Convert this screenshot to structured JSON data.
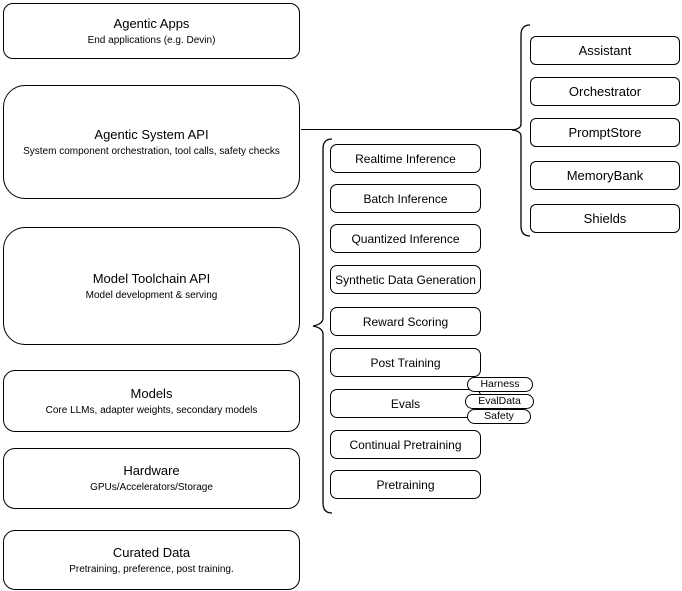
{
  "diagram": {
    "background": "#ffffff",
    "stroke_color": "#000000",
    "fill_color": "#ffffff"
  },
  "left_column": {
    "agentic_apps": {
      "title": "Agentic Apps",
      "subtitle": "End applications (e.g. Devin)"
    },
    "agentic_system_api": {
      "title": "Agentic System API",
      "subtitle": "System component orchestration, tool calls, safety checks"
    },
    "model_toolchain_api": {
      "title": "Model Toolchain API",
      "subtitle": "Model development & serving"
    },
    "models": {
      "title": "Models",
      "subtitle": "Core LLMs, adapter weights, secondary models"
    },
    "hardware": {
      "title": "Hardware",
      "subtitle": "GPUs/Accelerators/Storage"
    },
    "curated_data": {
      "title": "Curated Data",
      "subtitle": "Pretraining, preference, post training."
    }
  },
  "toolchain_group": {
    "items": [
      "Realtime Inference",
      "Batch Inference",
      "Quantized Inference",
      "Synthetic Data Generation",
      "Reward Scoring",
      "Post Training",
      "Evals",
      "Continual Pretraining",
      "Pretraining"
    ]
  },
  "evals_tags": [
    "Harness",
    "EvalData",
    "Safety"
  ],
  "system_group": {
    "items": [
      "Assistant",
      "Orchestrator",
      "PromptStore",
      "MemoryBank",
      "Shields"
    ]
  }
}
